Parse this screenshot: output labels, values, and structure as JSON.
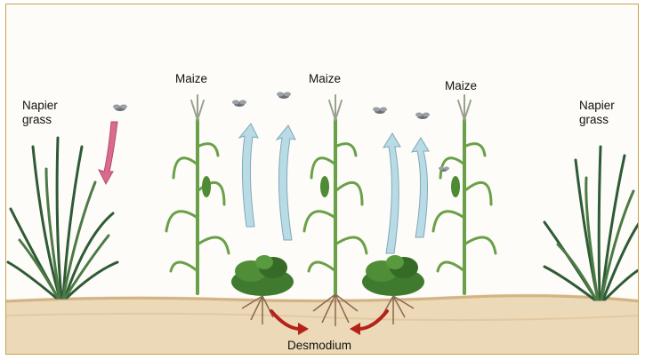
{
  "labels": {
    "napier_left": [
      "Napier",
      "grass"
    ],
    "napier_right": [
      "Napier",
      "grass"
    ],
    "maize_left": "Maize",
    "maize_center": "Maize",
    "maize_right": "Maize",
    "desmodium": "Desmodium"
  },
  "colors": {
    "frame_border": "#c9a24a",
    "soil": "#ecd9b8",
    "soil_dark": "#d9b98c",
    "maize_green": "#6aa048",
    "napier_green": "#2f5a36",
    "desmodium_green": "#3f7a2e",
    "repel_arrow": "#b9dbe6",
    "attract_arrow": "#d96b8e",
    "root_arrow": "#b42218"
  },
  "icons": [
    "stemborer-moth-icon",
    "repel-arrow-icon",
    "attract-arrow-icon",
    "root-arrow-icon"
  ]
}
